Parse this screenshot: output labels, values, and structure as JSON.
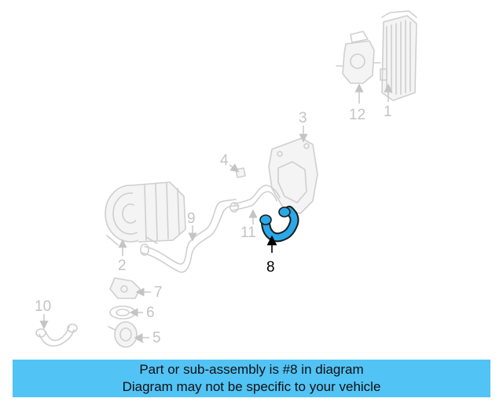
{
  "callouts": {
    "c1": "1",
    "c2": "2",
    "c3": "3",
    "c4": "4",
    "c5": "5",
    "c6": "6",
    "c7": "7",
    "c8": "8",
    "c9": "9",
    "c10": "10",
    "c11": "11",
    "c12": "12"
  },
  "highlighted_part": "8",
  "colors": {
    "highlight_part": "#2aa8e8",
    "banner": "#52c3f5",
    "faded_lines": "#cfcfcf"
  },
  "banner": {
    "line1": "Part or sub-assembly is #8 in diagram",
    "line2": "Diagram may not be specific to your vehicle"
  }
}
